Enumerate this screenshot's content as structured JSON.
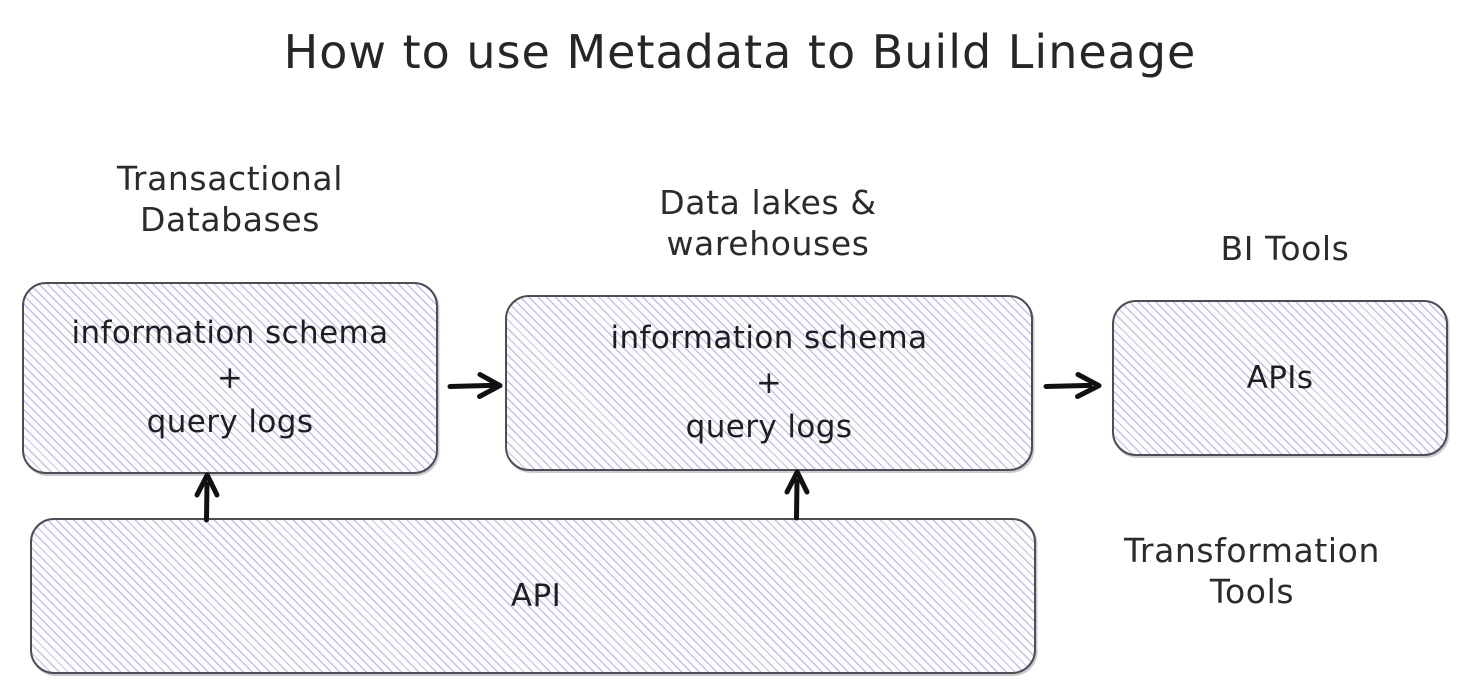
{
  "title": "How to use Metadata to Build Lineage",
  "theme": {
    "background": "#ffffff",
    "ink": "#232326",
    "box_border": "#4d4d55",
    "hatch_fill": "#a898d8",
    "box_background": "#fdfcff",
    "arrow": "#111114"
  },
  "nodes": [
    {
      "id": "transactional-databases",
      "group_label": "Transactional\nDatabases",
      "lines": [
        "information schema",
        "+",
        "query logs"
      ]
    },
    {
      "id": "data-lakes-warehouses",
      "group_label": "Data lakes &\nwarehouses",
      "lines": [
        "information schema",
        "+",
        "query logs"
      ]
    },
    {
      "id": "bi-tools",
      "group_label": "BI Tools",
      "lines": [
        "APIs"
      ]
    },
    {
      "id": "transformation-tools",
      "group_label": "Transformation\nTools",
      "lines": [
        "API"
      ]
    }
  ],
  "connections": [
    {
      "id": "db-to-lake",
      "from": "transactional-databases",
      "to": "data-lakes-warehouses",
      "direction": "right"
    },
    {
      "id": "lake-to-bi",
      "from": "data-lakes-warehouses",
      "to": "bi-tools",
      "direction": "right"
    },
    {
      "id": "transform-to-db",
      "from": "transformation-tools",
      "to": "transactional-databases",
      "direction": "up"
    },
    {
      "id": "transform-to-lake",
      "from": "transformation-tools",
      "to": "data-lakes-warehouses",
      "direction": "up"
    }
  ]
}
